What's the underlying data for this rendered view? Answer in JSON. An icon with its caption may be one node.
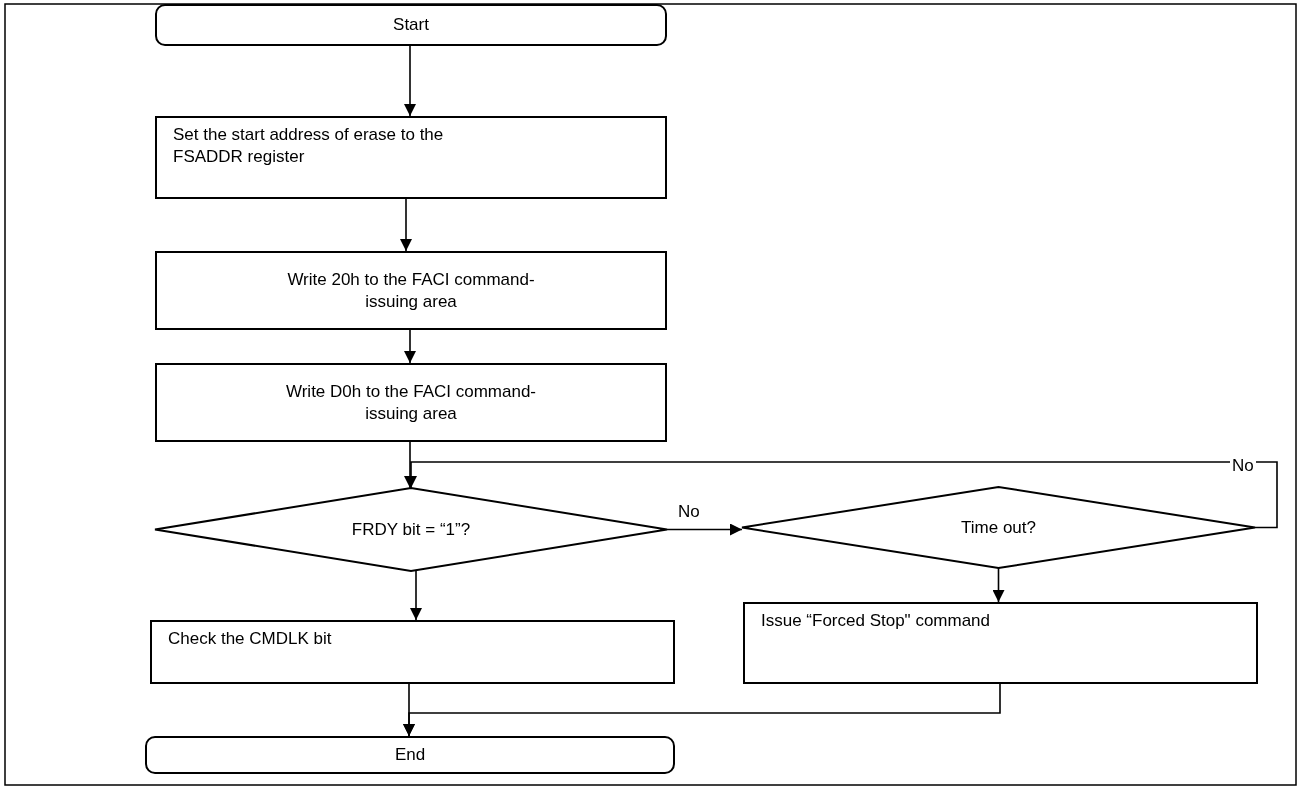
{
  "diagram": {
    "nodes": [
      {
        "text": [
          "Start"
        ]
      },
      {
        "text": [
          "Set the start address of erase to the FSADDR register"
        ]
      },
      {
        "text": [
          "Write 20h to the FACI command-issuing area"
        ]
      },
      {
        "text": [
          "Write D0h to the FACI command-issuing area"
        ]
      },
      {
        "text": [
          "FRDY bit = “1”?"
        ]
      },
      {
        "text": [
          "Time out?"
        ]
      },
      {
        "text": [
          "Check the CMDLK bit"
        ]
      },
      {
        "text": [
          "Issue “Forced Stop\" command"
        ]
      },
      {
        "text": [
          "End"
        ]
      }
    ],
    "edges": [
      {
        "from": 0,
        "to": 1,
        "arrow": "to"
      },
      {
        "from": 1,
        "to": 2,
        "arrow": "to"
      },
      {
        "from": 2,
        "to": 3,
        "arrow": "to"
      },
      {
        "from": 3,
        "to": 4,
        "arrow": "to"
      },
      {
        "from": 4,
        "to": 5,
        "arrow": "to",
        "label": "No"
      },
      {
        "from": 5,
        "to": 4,
        "arrow": "to",
        "label": "No"
      },
      {
        "from": 4,
        "to": 6,
        "arrow": "to"
      },
      {
        "from": 5,
        "to": 7,
        "arrow": "to"
      },
      {
        "from": 6,
        "to": 8,
        "arrow": "to"
      },
      {
        "from": 7,
        "to": 8,
        "arrow": "to"
      }
    ]
  }
}
